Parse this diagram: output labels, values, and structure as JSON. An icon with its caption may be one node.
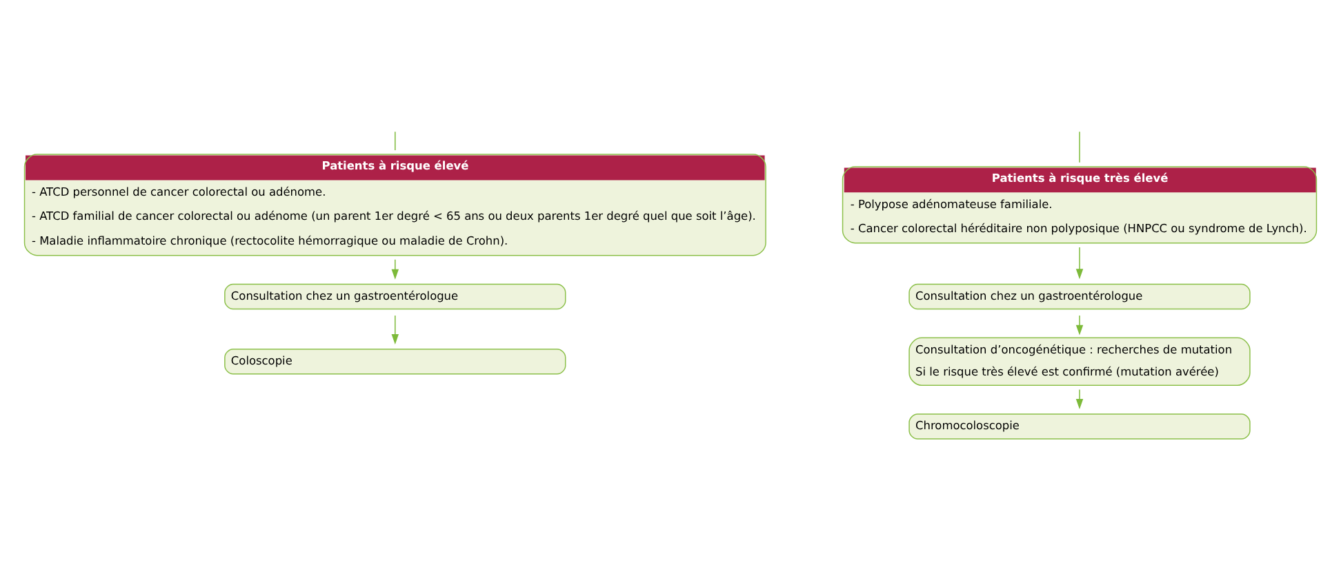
{
  "diagram": {
    "nodes": [
      {
        "text": [
          "Patients à risque élevé",
          "- ATCD personnel de cancer colorectal ou adénome.",
          "- ATCD familial de cancer colorectal ou adénome (un parent 1er degré < 65 ans ou deux parents 1er degré quel que soit l’âge).",
          "- Maladie inflammatoire chronique (rectocolite hémorragique ou maladie de Crohn)."
        ]
      },
      {
        "text": [
          "Consultation chez un gastroentérologue"
        ]
      },
      {
        "text": [
          "Coloscopie"
        ]
      },
      {
        "text": [
          "Patients à risque très élevé",
          "- Polypose adénomateuse familiale.",
          "- Cancer colorectal héréditaire non polyposique (HNPCC ou syndrome de Lynch)."
        ]
      },
      {
        "text": [
          "Consultation chez un gastroentérologue"
        ]
      },
      {
        "text": [
          "Consultation d’oncogénétique : recherches de mutation",
          "Si le risque très élevé est confirmé (mutation avérée)"
        ]
      },
      {
        "text": [
          "Chromocoloscopie"
        ]
      }
    ],
    "edges": [
      {
        "from": null,
        "to": 0,
        "arrow": "none"
      },
      {
        "from": 0,
        "to": 1,
        "arrow": "to"
      },
      {
        "from": 1,
        "to": 2,
        "arrow": "to"
      },
      {
        "from": null,
        "to": 3,
        "arrow": "none"
      },
      {
        "from": 3,
        "to": 4,
        "arrow": "to"
      },
      {
        "from": 4,
        "to": 5,
        "arrow": "to"
      },
      {
        "from": 5,
        "to": 6,
        "arrow": "to"
      }
    ]
  }
}
